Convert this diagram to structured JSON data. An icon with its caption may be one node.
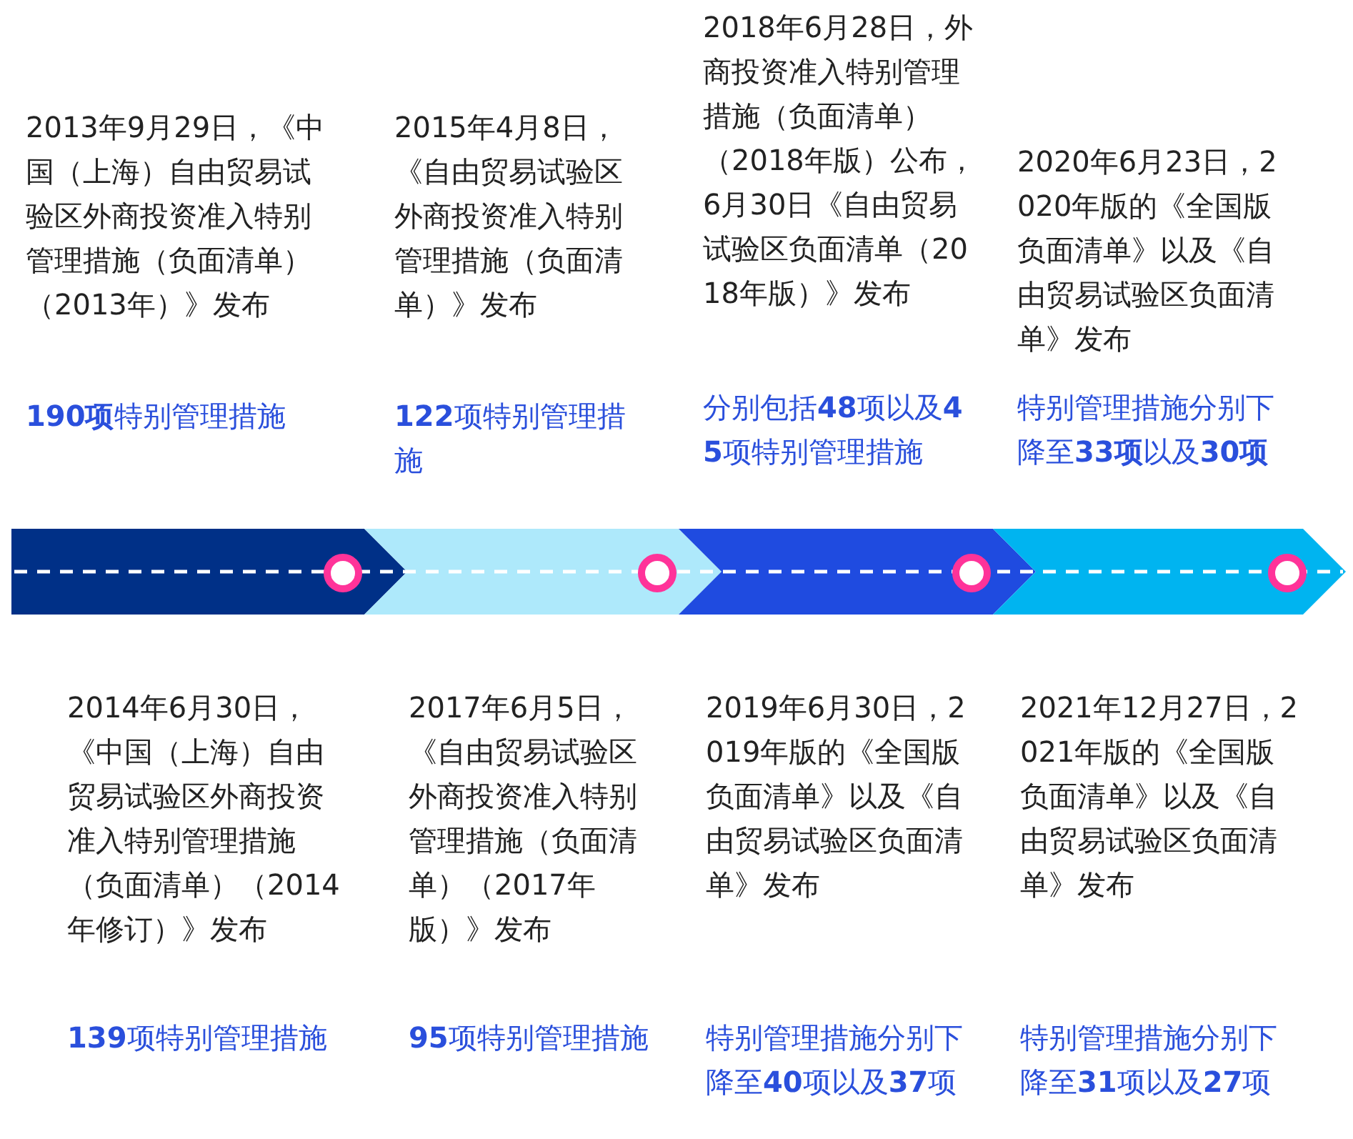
{
  "diagram": {
    "labels": [
      "2013年9月29日，《中国（上海）自由贸易试验区外商投资准入特别管理措施（负面清单）（2013年）》发布",
      "**190项**特别管理措施",
      "2015年4月8日，《自由贸易试验区外商投资准入特别管理措施（负面清单）》发布",
      "**122**项特别管理措施",
      "2018年6月28日，外商投资准入特别管理措施（负面清单）（2018年版）公布，6月30日《自由贸易试验区负面清单（2018年版）》发布",
      "分别包括**48**项以及**45**项特别管理措施",
      "2020年6月23日，2020年版的《全国版负面清单》以及《自由贸易试验区负面清单》发布",
      "特别管理措施分别下降至**33项**以及**30项**",
      "2014年6月30日，《中国（上海）自由贸易试验区外商投资准入特别管理措施（负面清单）（2014年修订）》发布",
      "**139**项特别管理措施",
      "2017年6月5日，《自由贸易试验区外商投资准入特别管理措施（负面清单）（2017年版）》发布",
      "**95**项特别管理措施",
      "2019年6月30日，2019年版的《全国版负面清单》以及《自由贸易试验区负面清单》发布",
      "特别管理措施分别下降至**40**项以及**37**项",
      "2021年12月27日，2021年版的《全国版负面清单》以及《自由贸易试验区负面清单》发布",
      "特别管理措施分别下降至**31**项以及**27**项"
    ]
  }
}
